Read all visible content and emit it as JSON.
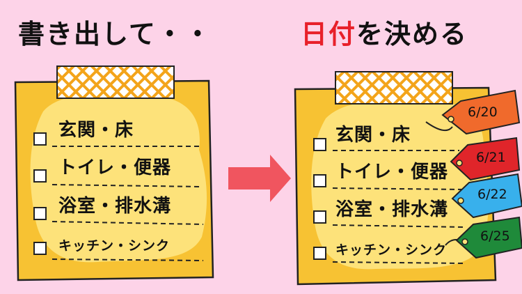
{
  "left_heading": "書き出して・・",
  "right_heading": {
    "accent": "日付",
    "rest": "を決める"
  },
  "tasks": [
    {
      "label": "玄関・床"
    },
    {
      "label": "トイレ・便器"
    },
    {
      "label": "浴室・排水溝"
    },
    {
      "label": "キッチン・シンク"
    }
  ],
  "tags": [
    {
      "date": "6/20",
      "color": "#f06a2c"
    },
    {
      "date": "6/21",
      "color": "#e0252a"
    },
    {
      "date": "6/22",
      "color": "#38b0ec"
    },
    {
      "date": "6/25",
      "color": "#1f8a3a"
    }
  ],
  "colors": {
    "background": "#fdd3e8",
    "note": "#f7c233",
    "note_inner": "#fde27a",
    "tape": "#f3a41a",
    "arrow": "#f0555f"
  }
}
